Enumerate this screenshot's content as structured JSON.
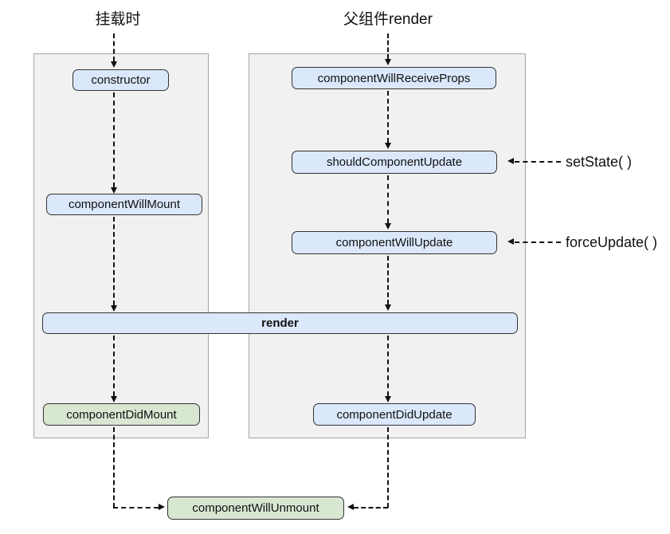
{
  "titles": {
    "mount": "挂载时",
    "parent_render": "父组件render"
  },
  "nodes": {
    "constructor": "constructor",
    "componentWillMount": "componentWillMount",
    "render": "render",
    "componentDidMount": "componentDidMount",
    "componentWillReceiveProps": "componentWillReceiveProps",
    "shouldComponentUpdate": "shouldComponentUpdate",
    "componentWillUpdate": "componentWillUpdate",
    "componentDidUpdate": "componentDidUpdate",
    "componentWillUnmount": "componentWillUnmount"
  },
  "annotations": {
    "setState": "setState( )",
    "forceUpdate": "forceUpdate( )"
  },
  "colors": {
    "node_blue": "#dbe8fb",
    "node_green": "#d8e7d2",
    "node_border": "#333333",
    "panel_fill": "#f1f1f2",
    "panel_border": "#a6a6a6",
    "arrow": "#111111",
    "text": "#111111"
  }
}
